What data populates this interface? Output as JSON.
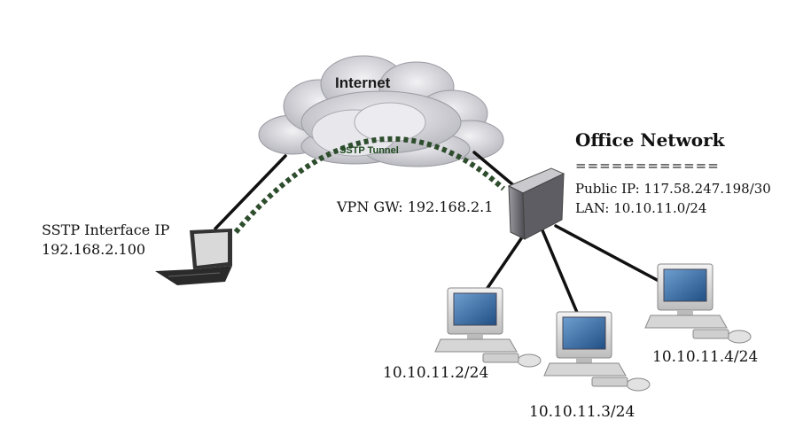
{
  "cloud": {
    "label": "Internet",
    "tunnel_label": "SSTP Tunnel"
  },
  "client": {
    "label": "SSTP Interface IP",
    "ip": "192.168.2.100"
  },
  "gateway": {
    "label": "VPN GW: 192.168.2.1"
  },
  "office": {
    "title": "Office Network",
    "rule": "============",
    "public_ip": "Public IP: 117.58.247.198/30",
    "lan": "LAN: 10.10.11.0/24"
  },
  "hosts": [
    {
      "ip": "10.10.11.2/24"
    },
    {
      "ip": "10.10.11.3/24"
    },
    {
      "ip": "10.10.11.4/24"
    }
  ],
  "colors": {
    "tunnel": "#2d4d2d",
    "link": "#111111",
    "cloud": "#c9c9cf"
  }
}
